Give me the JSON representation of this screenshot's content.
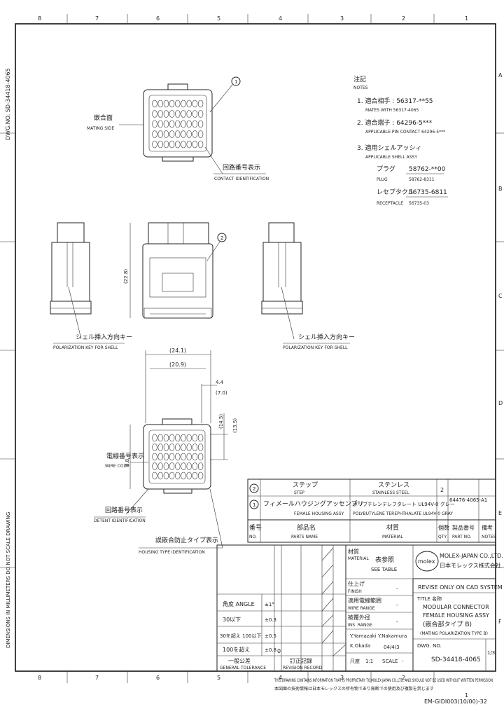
{
  "border": {
    "col_top": [
      "8",
      "7",
      "6",
      "5",
      "4",
      "3",
      "2",
      "1"
    ],
    "col_bottom": [
      "8",
      "7",
      "6",
      "5",
      "4",
      "3",
      "2",
      "1"
    ],
    "row_right": [
      "A",
      "B",
      "C",
      "D",
      "E",
      "F"
    ],
    "dwg_no_vertical": "DWG.NO. SD-34418-4065"
  },
  "notes": {
    "heading_jp": "注記",
    "heading_en": "NOTES",
    "n1_jp": "1. 適合相手 : 56317-**55",
    "n1_en": "MATES WITH 56317-4065",
    "n2_jp": "2. 適合端子 : 64296-5***",
    "n2_en": "APPLICABLE PIN CONTACT 64296-5***",
    "n3_jp": "3. 適用シェルアッシィ",
    "n3_en": "APPLICABLE SHELL ASSY",
    "plug_jp": "プラグ",
    "plug_en": "PLUG",
    "plug_val1": "58762-**00",
    "plug_val2": "58762-8311",
    "recept_jp": "レセプタクル",
    "recept_en": "RECEPTACLE",
    "recept_val1": "56735-6811",
    "recept_val2": "56735-03"
  },
  "callouts": {
    "mating_side_jp": "嵌合面",
    "mating_side_en": "MATING SIDE",
    "contact_ident_jp": "回路番号表示",
    "contact_ident_en": "CONTACT IDENTIFICATION",
    "polarization_jp": "シェル挿入方向キー",
    "polarization_en": "POLARIZATION KEY FOR SHELL",
    "polarization2_jp": "シェル挿入方向キー",
    "polarization2_en": "POLARIZATION KEY FOR SHELL",
    "wire_code_jp": "電線番号表示",
    "wire_code_en": "WIRE CODE",
    "detent_jp": "回路番号表示",
    "detent_en": "DETENT IDENTIFICATION",
    "housing_type_jp": "誤嵌合防止タイプ表示",
    "housing_type_en": "HOUSING TYPE IDENTIFICATION",
    "balloon1": "1",
    "balloon2": "2"
  },
  "dimensions": {
    "d1": "(24.1)",
    "d2": "(20.9)",
    "d3": "(22.8)",
    "d4": "4.4",
    "d5": "(7.0)",
    "d6": "(14.5)",
    "d7": "(13.5)",
    "d8": "3.8"
  },
  "parts_list": {
    "row2_no": "2",
    "row2_name_jp": "ステップ",
    "row2_name_en": "STEP",
    "row2_mat_jp": "ステンレス",
    "row2_mat_en": "STAINLESS STEEL",
    "row2_qty": "2",
    "row2_partno": "64476-4065-A1",
    "row1_no": "1",
    "row1_name_jp": "フィメールハウジングアッセンブリ",
    "row1_name_en": "FEMALE HOUSING ASSY",
    "row1_mat_jp": "ポリブチレンテレフタレート UL94V-0 グレー",
    "row1_mat_en": "POLYBUTYLENE TEREPHTHALATE UL94V-0 GRAY",
    "hdr_no_jp": "番号",
    "hdr_no_en": "NO.",
    "hdr_name_jp": "部品名",
    "hdr_name_en": "PARTS NAME",
    "hdr_mat_jp": "材質",
    "hdr_mat_en": "MATERIAL",
    "hdr_qty_jp": "個数",
    "hdr_qty_en": "QTY",
    "hdr_partno_jp": "製品番号",
    "hdr_partno_en": "PART NO.",
    "hdr_note_jp": "備考",
    "hdr_note_en": "NOTES"
  },
  "title_block": {
    "material_jp": "材質",
    "material_en": "MATERIAL",
    "material_val_jp": "表参照",
    "material_val_en": "SEE TABLE",
    "finish_jp": "仕上げ",
    "finish_en": "FINISH",
    "finish_val": "-",
    "wire_range_jp": "適用電線範囲",
    "wire_range_en": "WIRE RANGE",
    "wire_range_val": "-",
    "ins_range_jp": "被覆外径",
    "ins_range_en": "INS. RANGE",
    "ins_range_val": "-",
    "company_en": "MOLEX-JAPAN CO.,LTD.",
    "company_jp": "日本モレックス株式会社",
    "logo": "molex",
    "cad_note": "REVISE ONLY ON CAD SYSTEM",
    "title_label": "TITLE 名称",
    "title_l1": "MODULAR CONNECTOR",
    "title_l2": "FEMALE HOUSING ASSY",
    "title_l3": "(嵌合部タイプ B)",
    "title_l4": "(MATING POLARIZATION TYPE B)",
    "dwg_label": "DWG. NO.",
    "dwg_no": "SD-34418-4065",
    "sheet": "1/3",
    "scale_label": "SCALE",
    "scale_val": "-",
    "size_label": "尺度",
    "size_val": "1:1",
    "tol_angle_jp": "角度 ANGLE",
    "tol_angle_val": "±1°",
    "tol_r1": "30以下",
    "tol_r1_val": "±0.3",
    "tol_r2": "30を超え 100以下",
    "tol_r2_val": "±0.5",
    "tol_r3": "100を超え",
    "tol_r3_val": "±0.8",
    "general_tol_jp": "一般公差",
    "general_tol_en": "GENERAL TOLERANCE",
    "rev_mark": "0",
    "rev_record_jp": "訂正記録",
    "rev_record_en": "REVISION RECORD",
    "rev_date": "04/4/3",
    "drawn_sig": "Y.Yamazaki",
    "checked_sig": "Y.Nakamura",
    "approved_sig": "K.Okada"
  },
  "footer": {
    "conf_en": "THIS DRAWING CONTAINS INFORMATION THAT IS PROPRIETARY TO MOLEX JAPAN CO.,LTD. AND SHOULD NOT BE USED WITHOUT WRITTEN PERMISSION",
    "conf_jp": "本図面の技術情報は日本モレックスの所有物であり無断での使用及び複製を禁じます",
    "form_no": "EM-GIDI003(10/00)-32"
  },
  "left_margin_text": "DIMENSIONS IN MILLIMETERS  DO NOT SCALE DRAWING"
}
